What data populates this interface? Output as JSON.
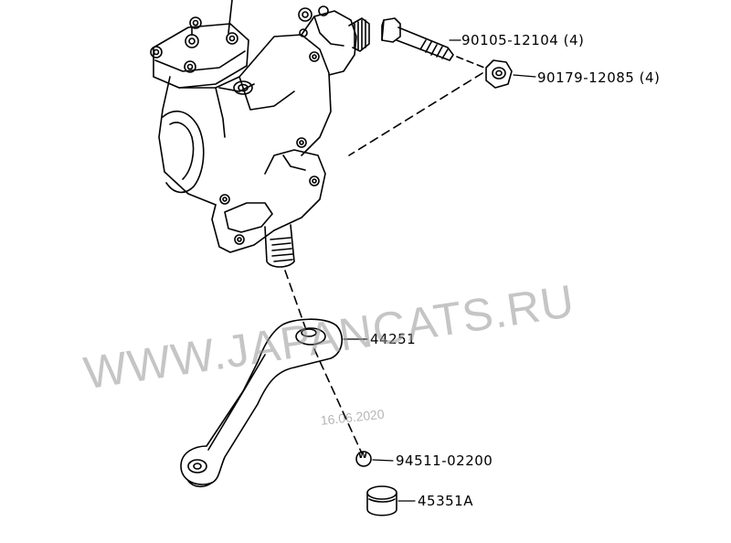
{
  "parts": {
    "bolt": "90105-12104 (4)",
    "nut": "90179-12085 (4)",
    "pitman_arm": "44251",
    "washer": "94511-02200",
    "washer_symbol": "W",
    "cap": "45351A"
  },
  "watermark": {
    "site": "WWW.JAPANCATS.RU",
    "date": "16.06.2020"
  }
}
